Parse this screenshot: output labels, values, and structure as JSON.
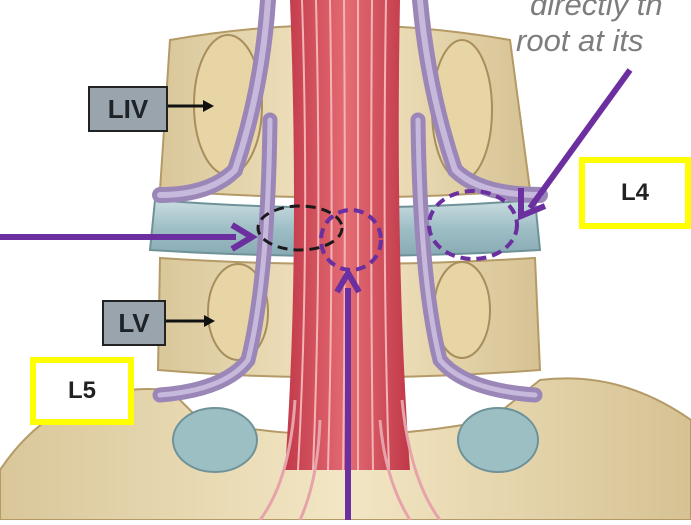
{
  "caption": {
    "line1": "directly th",
    "line2": "root at its"
  },
  "labels": {
    "liv": "LIV",
    "lv": "LV",
    "l4": "L4",
    "l5": "L5"
  },
  "colors": {
    "arrow": "#6b2fa0",
    "highlight_box": "#ffff00",
    "vertebra_label_box": "#9aa4ac",
    "nerve": "#9b86b8",
    "cauda_equina": "#d24a58",
    "bone": "#ead8ae"
  }
}
